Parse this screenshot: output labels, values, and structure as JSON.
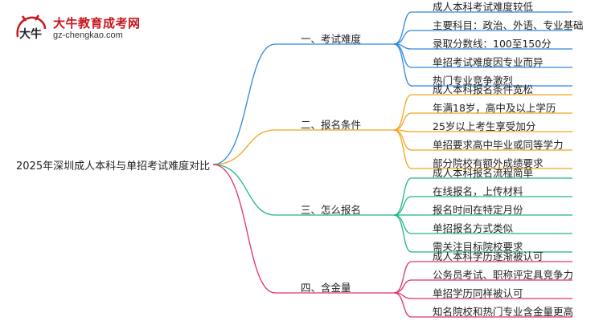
{
  "logo": {
    "title": "大牛教育成考网",
    "url": "gz-chengkao.com",
    "mark_text": "大牛"
  },
  "root": {
    "label": "2025年深圳成人本科与单招考试难度对比"
  },
  "branches": [
    {
      "label": "一、考试难度",
      "color": "#2f86e0",
      "leaves": [
        "成人本科考试难度较低",
        "主要科目：政治、外语、专业基础",
        "录取分数线：100至150分",
        "单招考试难度因专业而异",
        "热门专业竞争激烈"
      ]
    },
    {
      "label": "二、报名条件",
      "color": "#f1a51c",
      "leaves": [
        "成人本科报名条件宽松",
        "年满18岁，高中及以上学历",
        "25岁以上考生享受加分",
        "单招要求高中毕业或同等学力",
        "部分院校有额外成绩要求"
      ]
    },
    {
      "label": "三、怎么报名",
      "color": "#1fb87e",
      "leaves": [
        "成人本科报名流程简单",
        "在线报名，上传材料",
        "报名时间在特定月份",
        "单招报名方式类似",
        "需关注目标院校要求"
      ]
    },
    {
      "label": "四、含金量",
      "color": "#e0306c",
      "leaves": [
        "成人本科学历逐渐被认可",
        "公务员考试、职称评定具竞争力",
        "单招学历同样被认可",
        "知名院校和热门专业含金量更高"
      ]
    }
  ]
}
